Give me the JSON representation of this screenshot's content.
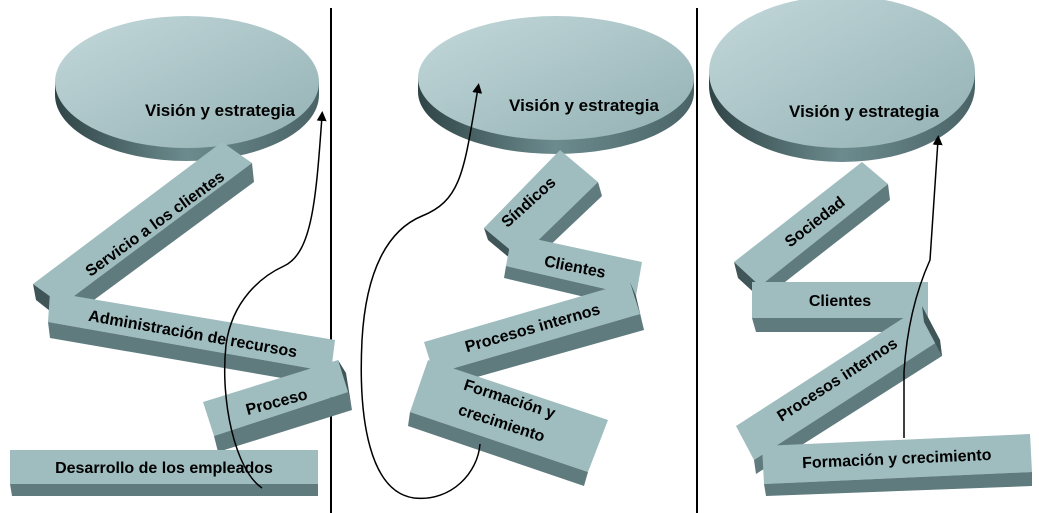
{
  "colors": {
    "top_face": "#9fbcbf",
    "side_face": "#5f7b7e",
    "dark_face": "#3f5557",
    "line": "#000000",
    "background": "#ffffff"
  },
  "panels": [
    {
      "vision_label": "Visión y estrategia",
      "blocks": [
        "Servicio a los clientes",
        "Administración de recursos",
        "Proceso",
        "Desarrollo de los empleados"
      ]
    },
    {
      "vision_label": "Visión y estrategia",
      "blocks": [
        "Síndicos",
        "Clientes",
        "Procesos internos",
        "Formación y",
        "crecimiento"
      ]
    },
    {
      "vision_label": "Visión y estrategia",
      "blocks": [
        "Sociedad",
        "Clientes",
        "Procesos internos",
        "Formación y crecimiento"
      ]
    }
  ]
}
